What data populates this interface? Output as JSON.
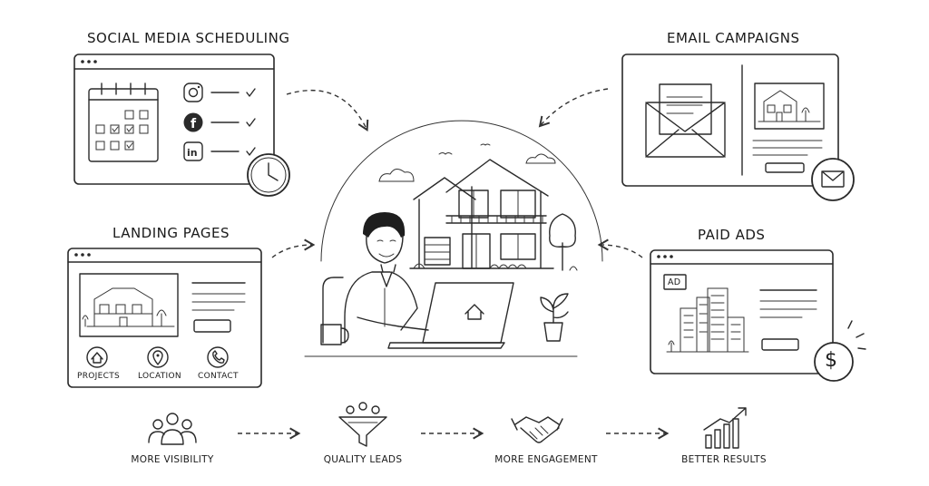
{
  "sections": {
    "social": {
      "title": "SOCIAL MEDIA SCHEDULING",
      "networks": [
        "instagram-icon",
        "facebook-icon",
        "linkedin-icon"
      ]
    },
    "email": {
      "title": "EMAIL CAMPAIGNS"
    },
    "landing": {
      "title": "LANDING PAGES",
      "items": [
        "PROJECTS",
        "LOCATION",
        "CONTACT"
      ]
    },
    "ads": {
      "title": "PAID ADS",
      "badge": "AD",
      "currency": "$"
    }
  },
  "flow": [
    "MORE VISIBILITY",
    "QUALITY LEADS",
    "MORE ENGAGEMENT",
    "BETTER RESULTS"
  ],
  "colors": {
    "ink": "#2a2a2a",
    "background": "#ffffff"
  }
}
